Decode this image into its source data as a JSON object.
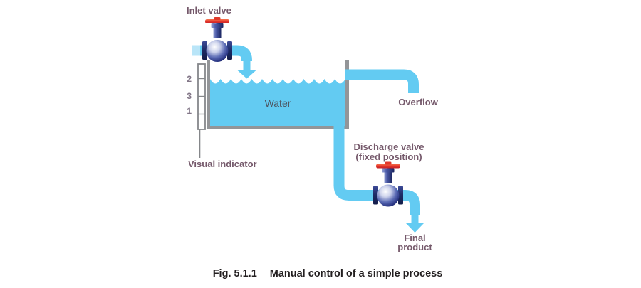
{
  "figure": {
    "labels": {
      "inlet_valve": "Inlet valve",
      "water": "Water",
      "overflow": "Overflow",
      "visual_indicator": "Visual indicator",
      "discharge_valve": [
        "Discharge valve",
        "(fixed position)"
      ],
      "final_product": [
        "Final",
        "product"
      ]
    },
    "level_scale": [
      "2",
      "3",
      "1"
    ],
    "colors": {
      "pipe_blue": "#63CBF2",
      "tank_grey": "#939598",
      "indicator_grey": "#85878A",
      "label_text": "#75596B",
      "water_text": "#4D5560",
      "scale_text": "#827687",
      "caption_text": "#231F20",
      "valve_navy": "#2B3990",
      "valve_red": "#E8332A"
    }
  },
  "caption": {
    "fig_number": "Fig. 5.1.1",
    "title": "Manual control of a simple process"
  }
}
